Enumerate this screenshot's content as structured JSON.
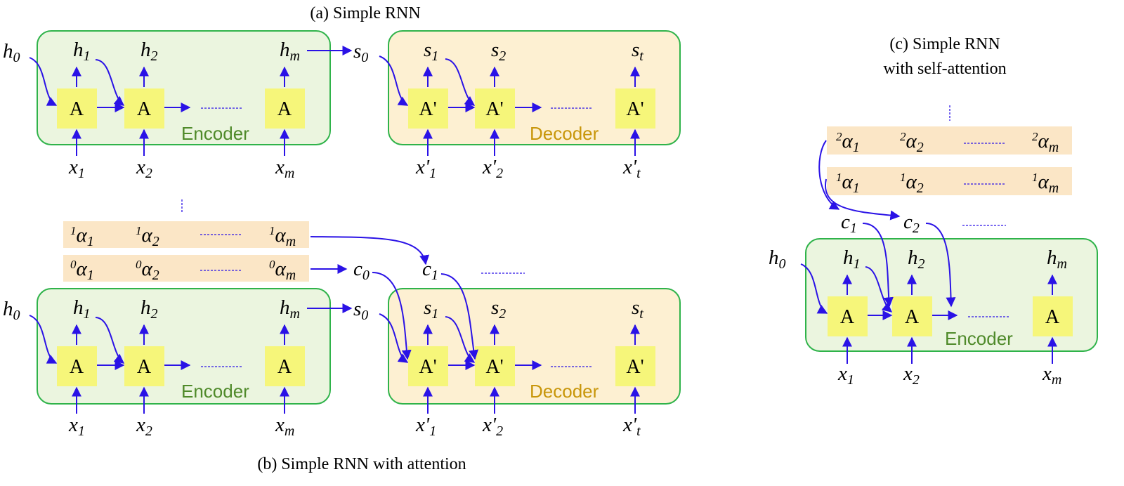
{
  "captions": {
    "a": "(a) Simple RNN",
    "b": "(b) Simple RNN  with attention",
    "c_line1": "(c) Simple RNN",
    "c_line2": "with self-attention"
  },
  "labels": {
    "encoder": "Encoder",
    "decoder": "Decoder",
    "enc_cell": "A",
    "dec_cell": "A'"
  },
  "symbols": {
    "h": "h",
    "s": "s",
    "x": "x",
    "x_prime": "x'",
    "c": "c",
    "alpha": "α",
    "sub_0": "0",
    "sub_1": "1",
    "sub_2": "2",
    "sub_m": "m",
    "sub_t": "t"
  },
  "colors": {
    "encoder_fill": "#ebf5df",
    "decoder_fill": "#fdf0d2",
    "border": "#2fb34a",
    "cell": "#f6f67a",
    "arrow": "#2a12e6",
    "encoder_text": "#4f8a2a",
    "decoder_text": "#c8960a",
    "alpha_band": "#fbe6c6"
  }
}
